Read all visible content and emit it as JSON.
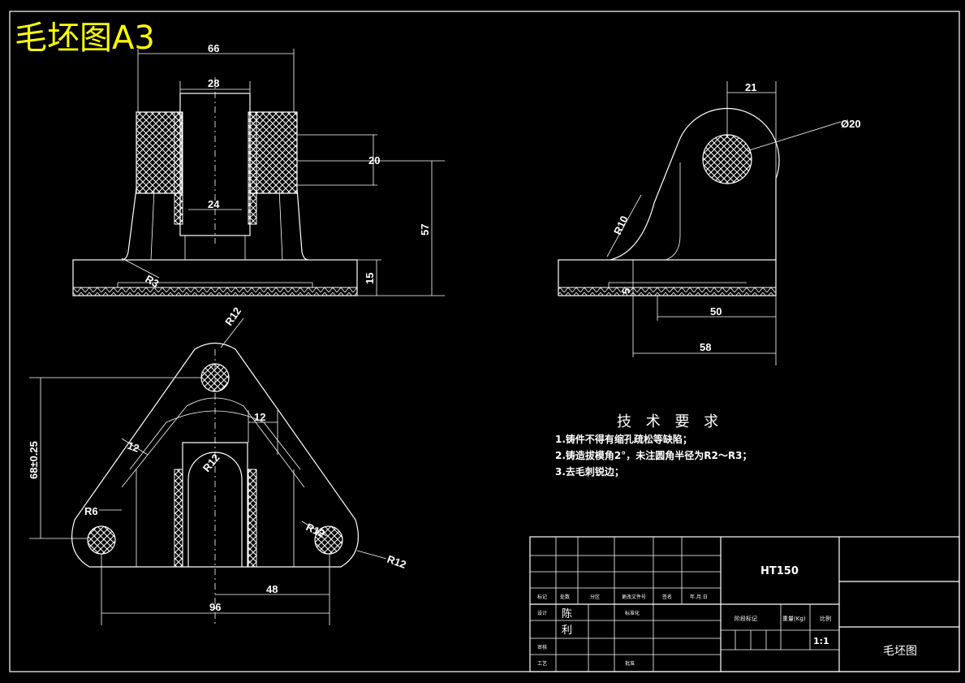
{
  "title": "毛坯图A3",
  "views": {
    "front": {
      "dims": [
        "66",
        "28",
        "20",
        "24",
        "57",
        "15",
        "R3"
      ]
    },
    "side": {
      "dims": [
        "21",
        "Ø20",
        "R10",
        "5",
        "50",
        "58"
      ]
    },
    "top": {
      "dims": [
        "R12",
        "68±0.25",
        "12",
        "12",
        "R12",
        "R6",
        "R12",
        "R12",
        "48",
        "96"
      ]
    }
  },
  "tech_requirements": {
    "heading": "技 术 要 求",
    "items": [
      "1.铸件不得有缩孔疏松等缺陷；",
      "2.铸造拔模角2°，未注圆角半径为R2～R3；",
      "3.去毛刺锐边；"
    ]
  },
  "title_block": {
    "material": "HT150",
    "drawing_name": "毛坯图",
    "scale_label": "比例",
    "scale_value": "1:1",
    "stage_label": "阶段标记",
    "weight_label": "重量(Kg)",
    "row_labels": [
      "标记",
      "处数",
      "分区",
      "更改文件号",
      "签名",
      "年.月.日"
    ],
    "designer_label": "设计",
    "designer_name_1": "陈",
    "designer_name_2": "利",
    "standard_label": "标准化",
    "review_label": "审核",
    "process_label": "工艺",
    "approve_label": "批准"
  }
}
